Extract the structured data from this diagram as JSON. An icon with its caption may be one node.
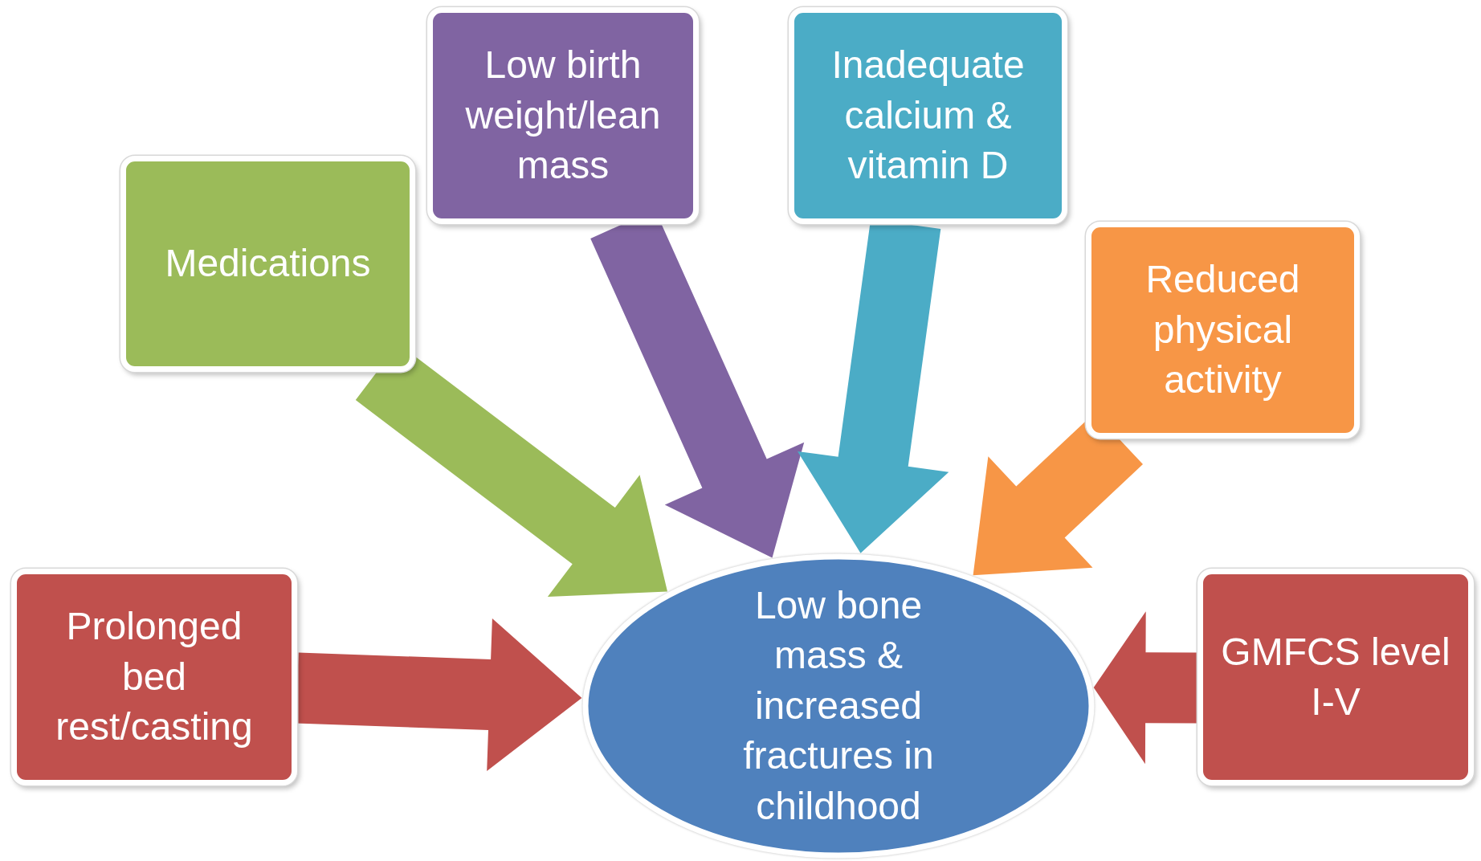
{
  "diagram": {
    "nodes": [
      {
        "text": [
          "Low birth weight/lean mass"
        ]
      },
      {
        "text": [
          "Inadequate calcium & vitamin D"
        ]
      },
      {
        "text": [
          "Medications"
        ]
      },
      {
        "text": [
          "Reduced physical activity"
        ]
      },
      {
        "text": [
          "Prolonged bed rest/casting"
        ]
      },
      {
        "text": [
          "Low bone mass & increased fractures in childhood"
        ]
      },
      {
        "text": [
          "GMFCS level I-V"
        ]
      }
    ],
    "edges": [
      {
        "from": 2,
        "to": 5,
        "arrow": "to",
        "color": "#9bbb59"
      },
      {
        "from": 0,
        "to": 5,
        "arrow": "to",
        "color": "#8064a2"
      },
      {
        "from": 1,
        "to": 5,
        "arrow": "to",
        "color": "#4bacc6"
      },
      {
        "from": 3,
        "to": 5,
        "arrow": "to",
        "color": "#f79646"
      },
      {
        "from": 4,
        "to": 5,
        "arrow": "to",
        "color": "#c0504d"
      },
      {
        "from": 6,
        "to": 5,
        "arrow": "to",
        "color": "#c0504d"
      }
    ]
  }
}
